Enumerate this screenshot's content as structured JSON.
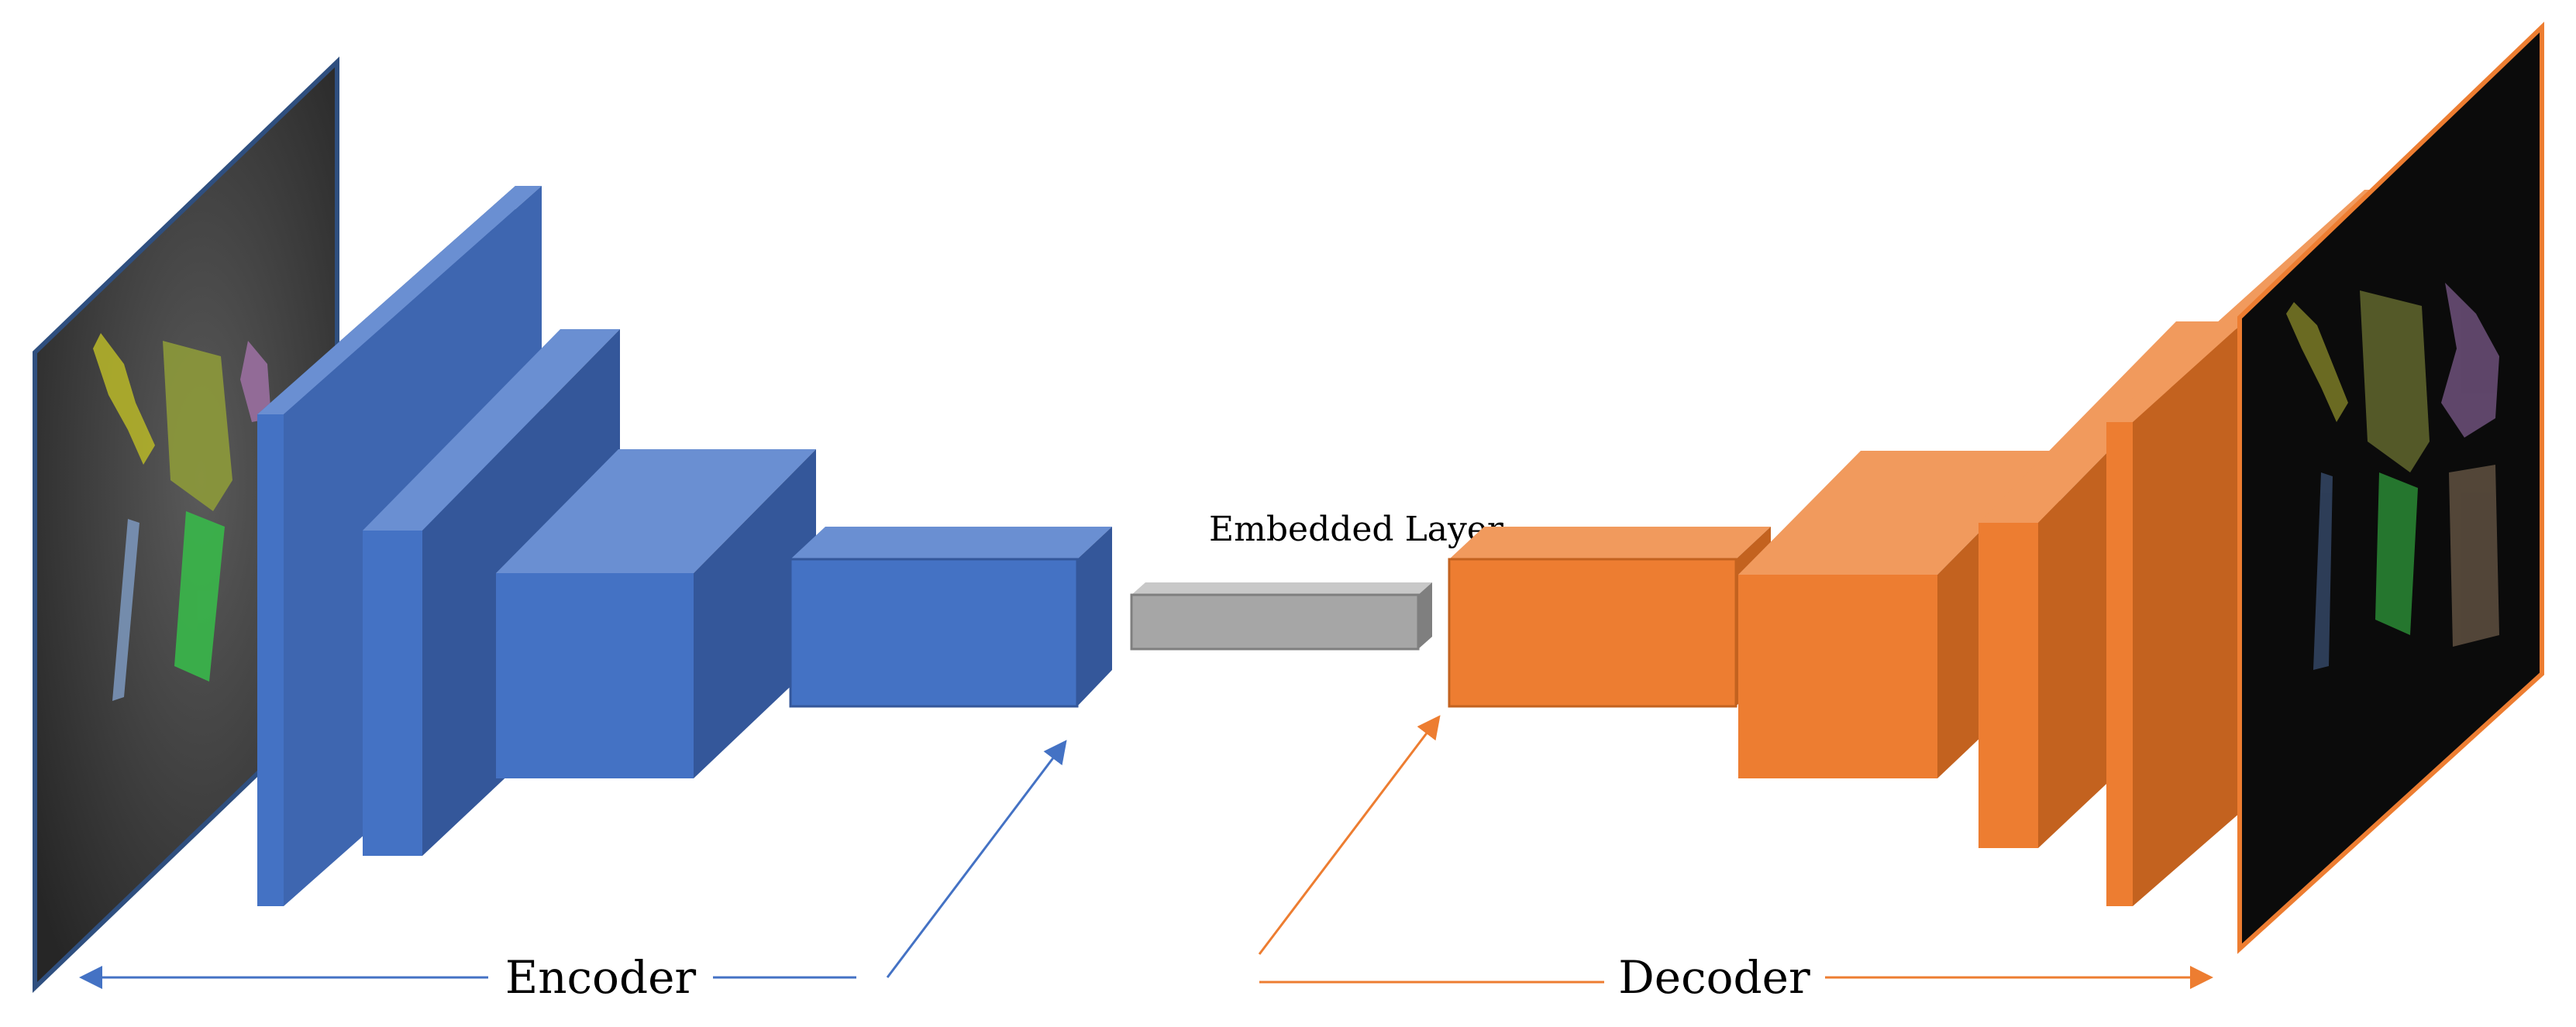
{
  "labels": {
    "embedded": "Embedded Layer",
    "encoder": "Encoder",
    "decoder": "Decoder"
  },
  "colors": {
    "encoder_front": "#4472C4",
    "encoder_side": "#34579A",
    "encoder_top": "#6A8FD2",
    "decoder_front": "#ED7D31",
    "decoder_side": "#C3621F",
    "decoder_top": "#F19A5D",
    "embedded_front": "#A6A6A6",
    "embedded_side": "#7F7F7F",
    "embedded_top": "#C8C8C8",
    "input_panel": "#3A3A3A",
    "output_panel": "#0B0B0B",
    "encoder_arrow": "#4472C4",
    "decoder_arrow": "#ED7D31"
  },
  "icons": {
    "input_image": "input-image-icon",
    "output_image": "output-image-icon"
  }
}
